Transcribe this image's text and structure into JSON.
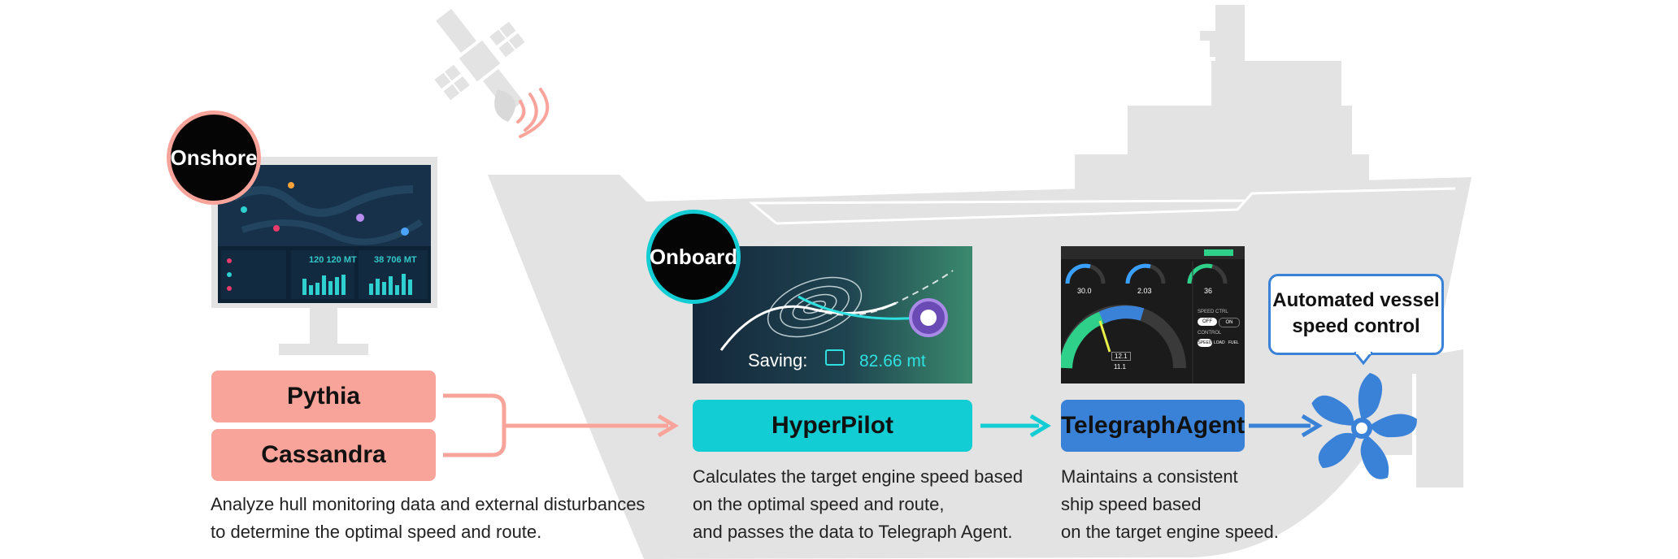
{
  "badges": {
    "onshore": "Onshore",
    "onboard": "Onboard"
  },
  "modules": {
    "pythia": "Pythia",
    "cassandra": "Cassandra",
    "hyperpilot": "HyperPilot",
    "telegraph": "TelegraphAgent"
  },
  "descriptions": {
    "onshore": [
      "Analyze hull monitoring data and external disturbances",
      "to determine the optimal speed and route."
    ],
    "hyperpilot": [
      "Calculates the target engine speed based",
      "on the optimal speed and route,",
      "and passes the data to Telegraph Agent."
    ],
    "telegraph": [
      "Maintains a consistent",
      "ship speed based",
      "on the target engine speed."
    ]
  },
  "callout": [
    "Automated vessel",
    "speed control"
  ],
  "hyperpilot_screen": {
    "saving_label": "Saving:",
    "saving_value": "82.66 mt"
  },
  "dashboard": {
    "stat1": "120 120 MT",
    "stat2": "38 706 MT"
  },
  "telegraph_panel": {
    "gauges": [
      "30.0",
      "2.03",
      "36"
    ],
    "labels": {
      "speed_ctrl": "SPEED CTRL",
      "off": "OFF",
      "on": "ON",
      "control": "CONTROL",
      "speed": "SPEED",
      "load": "LOAD",
      "fuel": "FUEL"
    },
    "readouts": [
      "12.1",
      "11.1"
    ]
  },
  "colors": {
    "onshore": "#f9a49b",
    "hyperpilot": "#12cdd4",
    "telegraph": "#3a82d8",
    "ship": "#e3e3e3"
  }
}
